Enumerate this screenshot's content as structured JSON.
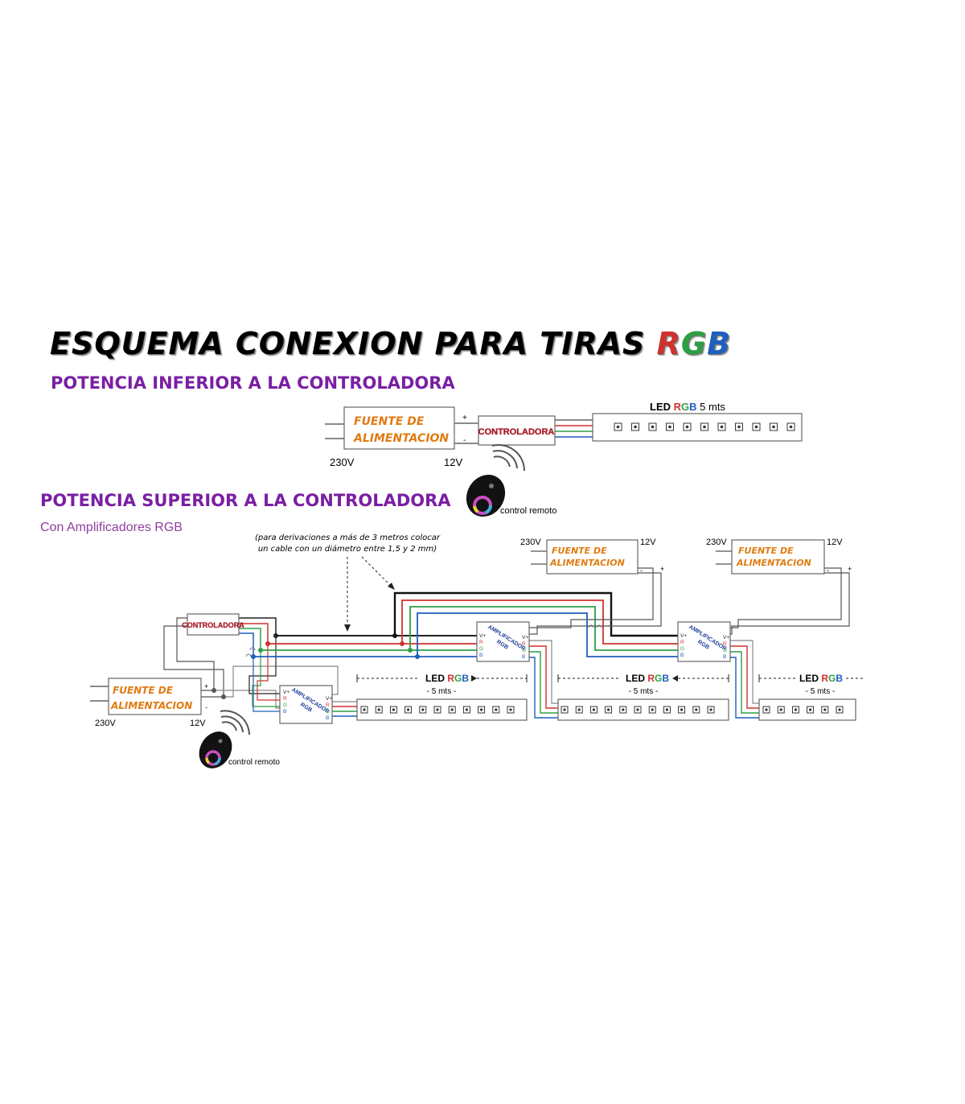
{
  "title": {
    "text": "ESQUEMA  CONEXION PARA  TIRAS ",
    "rgb": [
      "R",
      "G",
      "B"
    ]
  },
  "sections": {
    "inferior": "POTENCIA INFERIOR A  LA CONTROLADORA",
    "superior": "POTENCIA SUPERIOR A LA CONTROLADORA",
    "superior_sub": "Con Amplificadores RGB"
  },
  "labels": {
    "fuente_1": "FUENTE DE",
    "fuente_2": "ALIMENTACION",
    "controladora": "CONTROLADORA",
    "amplificador_1": "AMPLIFICADOR",
    "amplificador_2": "RGB",
    "v230": "230V",
    "v12": "12V",
    "plus": "+",
    "minus": "-",
    "led": "LED ",
    "rgb": [
      "R",
      "G",
      "B"
    ],
    "mts_top": " 5 mts",
    "mts_strip": "- 5 mts -",
    "control_remoto": "control remoto",
    "note_1": "(para derivaciones a más de 3 metros colocar",
    "note_2": "un cable con un diámetro entre 1,5 y 2 mm)",
    "terminals": [
      "V+",
      "R",
      "G",
      "B"
    ]
  },
  "colors": {
    "purple": "#7a1fa3",
    "orange": "#e07b12",
    "controller_red": "#c0172c",
    "amp_blue": "#1f3e9a",
    "wire_red": "#d0312d",
    "wire_green": "#2e9e45",
    "wire_blue": "#1f5fbf",
    "wire_gray": "#8a8a8a"
  }
}
